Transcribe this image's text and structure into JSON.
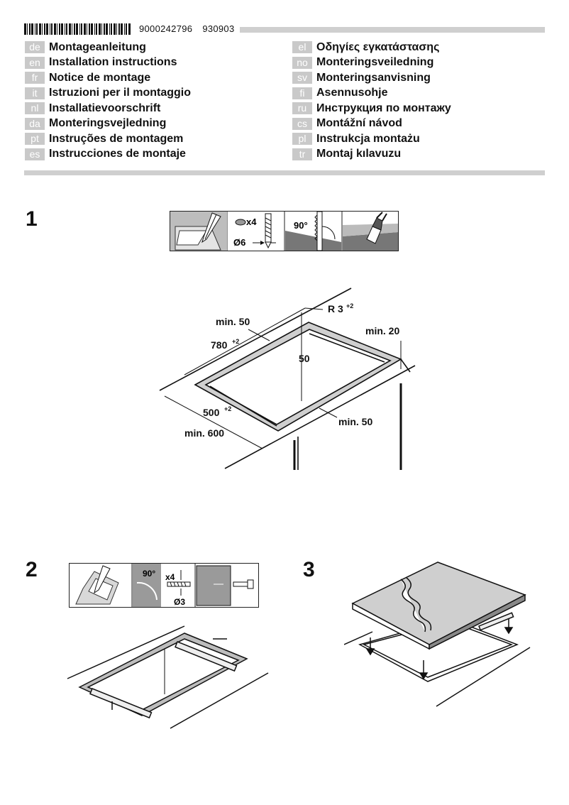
{
  "header": {
    "doc_number": "9000242796",
    "doc_date": "930903"
  },
  "languages_left": [
    {
      "code": "de",
      "title": "Montageanleitung"
    },
    {
      "code": "en",
      "title": "Installation instructions"
    },
    {
      "code": "fr",
      "title": "Notice de montage"
    },
    {
      "code": "it",
      "title": "Istruzioni per il montaggio"
    },
    {
      "code": "nl",
      "title": "Installatievoorschrift"
    },
    {
      "code": "da",
      "title": "Monteringsvejledning"
    },
    {
      "code": "pt",
      "title": "Instruções de montagem"
    },
    {
      "code": "es",
      "title": "Instrucciones de montaje"
    }
  ],
  "languages_right": [
    {
      "code": "el",
      "title": "Οδηγίες εγκατάστασης"
    },
    {
      "code": "no",
      "title": "Monteringsveiledning"
    },
    {
      "code": "sv",
      "title": "Monteringsanvisning"
    },
    {
      "code": "fi",
      "title": "Asennusohje"
    },
    {
      "code": "ru",
      "title": "Инструкция по монтажу"
    },
    {
      "code": "cs",
      "title": "Montážní návod"
    },
    {
      "code": "pl",
      "title": "Instrukcja montażu"
    },
    {
      "code": "tr",
      "title": "Montaj kılavuzu"
    }
  ],
  "step1": {
    "number": "1",
    "tools": {
      "count": "x4",
      "drill": "Ø6",
      "angle": "90°"
    },
    "dims": {
      "min50_top": "min. 50",
      "width": "780",
      "width_tol": "+2",
      "radius": "R 3",
      "radius_tol": "+2",
      "min20": "min. 20",
      "depth50": "50",
      "depth": "500",
      "depth_tol": "+2",
      "min600": "min. 600",
      "min50_front": "min. 50"
    }
  },
  "step2": {
    "number": "2",
    "tools": {
      "angle": "90°",
      "count": "x4",
      "drill": "Ø3"
    }
  },
  "step3": {
    "number": "3"
  }
}
